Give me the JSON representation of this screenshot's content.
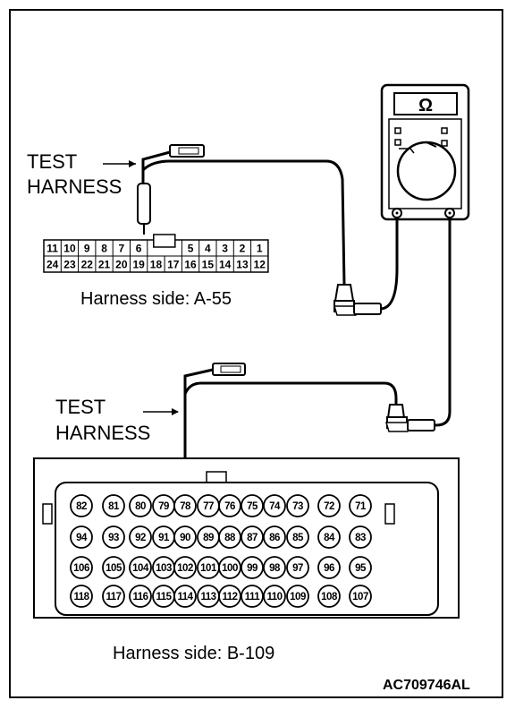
{
  "test_harness_label_line1": "TEST",
  "test_harness_label_line2": "HARNESS",
  "meter_symbol": "Ω",
  "connector_a": {
    "caption": "Harness side: A-55",
    "top_row": [
      "11",
      "10",
      "9",
      "8",
      "7",
      "6",
      "",
      "",
      "5",
      "4",
      "3",
      "2",
      "1"
    ],
    "bottom_row": [
      "24",
      "23",
      "22",
      "21",
      "20",
      "19",
      "18",
      "17",
      "16",
      "15",
      "14",
      "13",
      "12"
    ],
    "probed_pin": "6"
  },
  "connector_b": {
    "caption": "Harness side: B-109",
    "rows": [
      [
        "82",
        "81",
        "80",
        "79",
        "78",
        "77",
        "76",
        "75",
        "74",
        "73",
        "72",
        "71"
      ],
      [
        "94",
        "93",
        "92",
        "91",
        "90",
        "89",
        "88",
        "87",
        "86",
        "85",
        "84",
        "83"
      ],
      [
        "106",
        "105",
        "104",
        "103",
        "102",
        "101",
        "100",
        "99",
        "98",
        "97",
        "96",
        "95"
      ],
      [
        "118",
        "117",
        "116",
        "115",
        "114",
        "113",
        "112",
        "111",
        "110",
        "109",
        "108",
        "107"
      ]
    ],
    "probed_pin": "90"
  },
  "figure_code": "AC709746AL"
}
